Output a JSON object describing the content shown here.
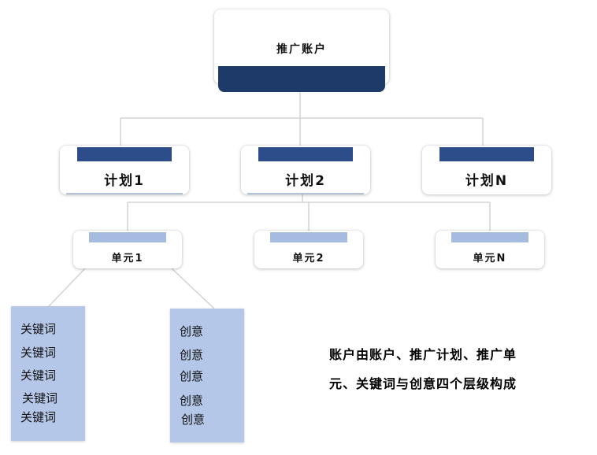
{
  "root": {
    "label": "推广账户"
  },
  "plans": [
    {
      "label": "计划1"
    },
    {
      "label": "计划2"
    },
    {
      "label": "计划N"
    }
  ],
  "units": [
    {
      "label": "单元1"
    },
    {
      "label": "单元2"
    },
    {
      "label": "单元N"
    }
  ],
  "keywords": [
    "关键词",
    "关键词",
    "关键词",
    "关键词",
    "关键词"
  ],
  "creatives": [
    "创意",
    "创意",
    "创意",
    "创意",
    "创意"
  ],
  "summary": {
    "line1": "账户由账户、推广计划、推广单",
    "line2": "元、关键词与创意四个层级构成"
  },
  "colors": {
    "root_band": "#1e3a68",
    "plan_band": "#2c4d8a",
    "unit_band": "#a6bbe0",
    "list_box": "#b5c7e8",
    "connector": "#d3d3d3"
  }
}
